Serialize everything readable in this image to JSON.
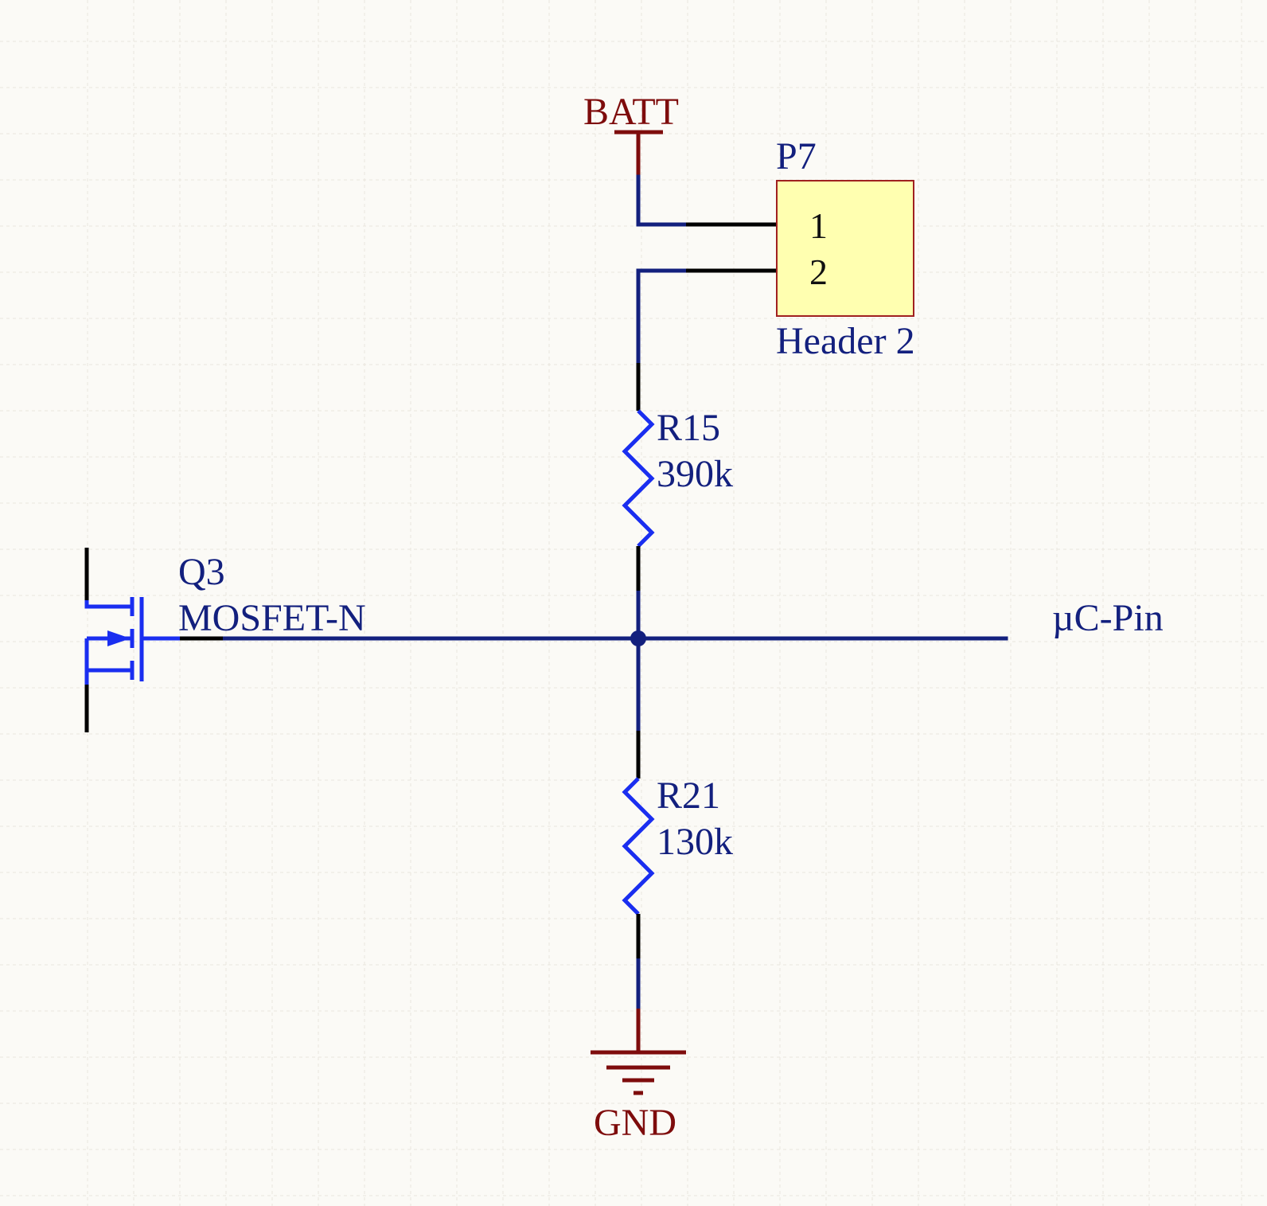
{
  "power": {
    "batt_label": "BATT",
    "gnd_label": "GND"
  },
  "header": {
    "designator": "P7",
    "value": "Header 2",
    "pins": [
      "1",
      "2"
    ],
    "fill_color": "#ffffb0",
    "border_color": "#a02020"
  },
  "r15": {
    "designator": "R15",
    "value": "390k"
  },
  "r21": {
    "designator": "R21",
    "value": "130k"
  },
  "mosfet": {
    "designator": "Q3",
    "value": "MOSFET-N"
  },
  "net": {
    "label": "µC-Pin"
  },
  "colors": {
    "wire": "#13207e",
    "component": "#1a2ef0",
    "power": "#7e0c0c",
    "pin_lead": "#000000",
    "background": "#fbfaf6"
  }
}
